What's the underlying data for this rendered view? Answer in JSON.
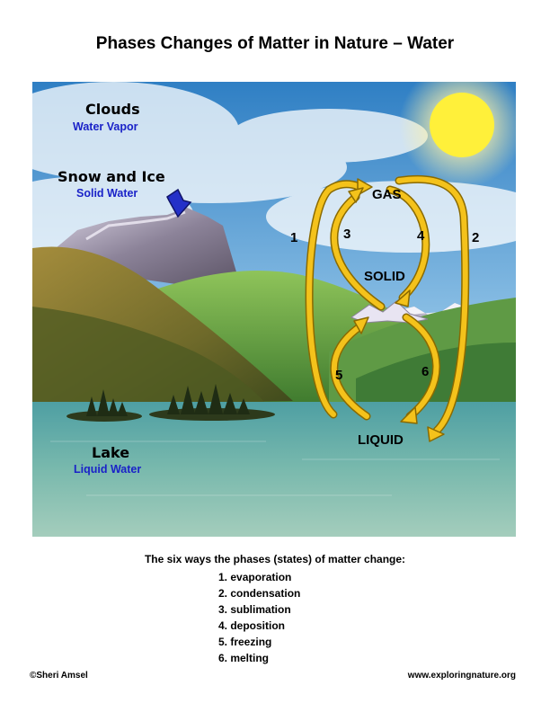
{
  "title": "Phases Changes of Matter in Nature – Water",
  "labels": {
    "clouds": {
      "main": "Clouds",
      "sub": "Water Vapor"
    },
    "snow": {
      "main": "Snow and Ice",
      "sub": "Solid Water"
    },
    "lake": {
      "main": "Lake",
      "sub": "Liquid Water"
    }
  },
  "phases": {
    "gas": "GAS",
    "solid": "SOLID",
    "liquid": "LIQUID"
  },
  "arrow_numbers": [
    "1",
    "2",
    "3",
    "4",
    "5",
    "6"
  ],
  "caption": "The six ways the phases (states) of matter change:",
  "changes": [
    "1. evaporation",
    "2. condensation",
    "3. sublimation",
    "4. deposition",
    "5. freezing",
    "6. melting"
  ],
  "footer": {
    "copyright": "©Sheri Amsel",
    "website": "www.exploringnature.org"
  },
  "colors": {
    "arrow_fill": "#f4c21b",
    "arrow_outline": "#8a6a00",
    "sub_label": "#1a22c8",
    "sky_top": "#2f7fc4",
    "lake": "#5fa9a6",
    "sun": "#fff03a"
  }
}
